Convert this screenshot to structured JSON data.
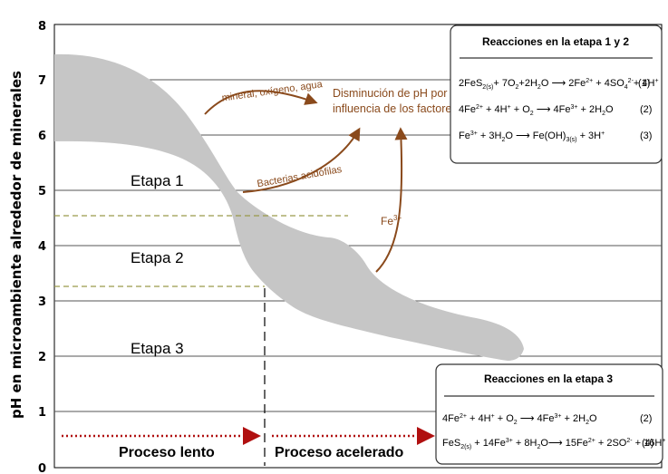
{
  "axis": {
    "ylabel": "pH en microambiente alrededor de minerales",
    "ticks": [
      "0",
      "1",
      "2",
      "3",
      "4",
      "5",
      "6",
      "7",
      "8"
    ]
  },
  "stages": {
    "etapa1": "Etapa 1",
    "etapa2": "Etapa 2",
    "etapa3": "Etapa 3"
  },
  "annotations": {
    "factors": "mineral, oxígeno, agua",
    "bacteria": "Bacterias acidófilas",
    "ph_drop_line1": "Disminución de pH por",
    "ph_drop_line2": "influencia de los factores",
    "fe3": "Fe",
    "fe3_sup": "3+"
  },
  "processes": {
    "slow": "Proceso lento",
    "fast": "Proceso acelerado"
  },
  "box1": {
    "title": "Reacciones en la etapa 1 y 2",
    "eq1_num": "(1)",
    "eq2_num": "(2)",
    "eq3_num": "(3)"
  },
  "box2": {
    "title": "Reacciones en la etapa 3",
    "eq2_num": "(2)",
    "eq4_num": "(4)"
  },
  "colors": {
    "band": "#c6c6c6",
    "brown": "#8a4a1c",
    "dashed_threshold": "#9a9a4a",
    "red_arrow": "#b01010"
  }
}
